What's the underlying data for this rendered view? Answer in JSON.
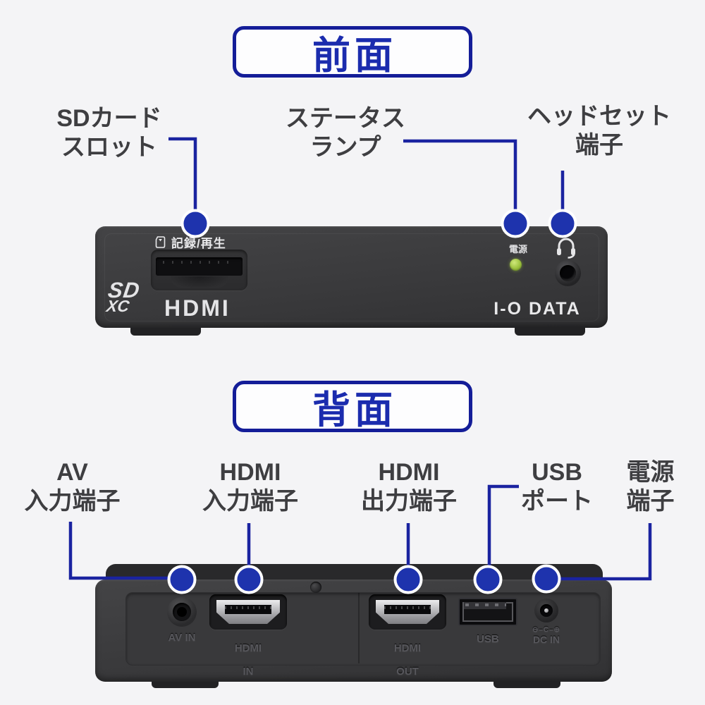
{
  "colors": {
    "background": "#f4f4f6",
    "accent_blue": "#1b2cae",
    "badge_border_navy": "#141d98",
    "callout_line_navy": "#1a23a0",
    "callout_dot_blue": "#1e33ad",
    "label_gray": "#3e3e41",
    "device_dark": "#3a3a3c",
    "led_green": "#9cc23e"
  },
  "icons": {
    "sd_card": "sd-card-icon",
    "headset": "headset-icon",
    "power_led": "power-led-indicator"
  },
  "front_section": {
    "badge": "前面",
    "callouts": [
      {
        "line1": "SDカード",
        "line2": "スロット"
      },
      {
        "line1": "ステータス",
        "line2": "ランプ"
      },
      {
        "line1": "ヘッドセット",
        "line2": "端子"
      }
    ],
    "device": {
      "record_play_caption": "記録/再生",
      "sdxc_logo_line1": "SD",
      "sdxc_logo_line2": "XC",
      "hdmi_logo": "HDMI",
      "power_label": "電源",
      "brand_logo": "I-O DATA"
    }
  },
  "back_section": {
    "badge": "背面",
    "callouts": [
      {
        "line1": "AV",
        "line2": "入力端子"
      },
      {
        "line1": "HDMI",
        "line2": "入力端子"
      },
      {
        "line1": "HDMI",
        "line2": "出力端子"
      },
      {
        "line1": "USB",
        "line2": "ポート"
      },
      {
        "line1": "電源",
        "line2": "端子"
      }
    ],
    "device": {
      "av_port_label": "AV IN",
      "hdmi_in_label_line1": "HDMI",
      "hdmi_in_label_line2": "IN",
      "hdmi_out_label_line1": "HDMI",
      "hdmi_out_label_line2": "OUT",
      "usb_port_label": "USB",
      "dc_polarity_mark": "⊖–C–⊕",
      "dc_port_label": "DC IN"
    }
  }
}
